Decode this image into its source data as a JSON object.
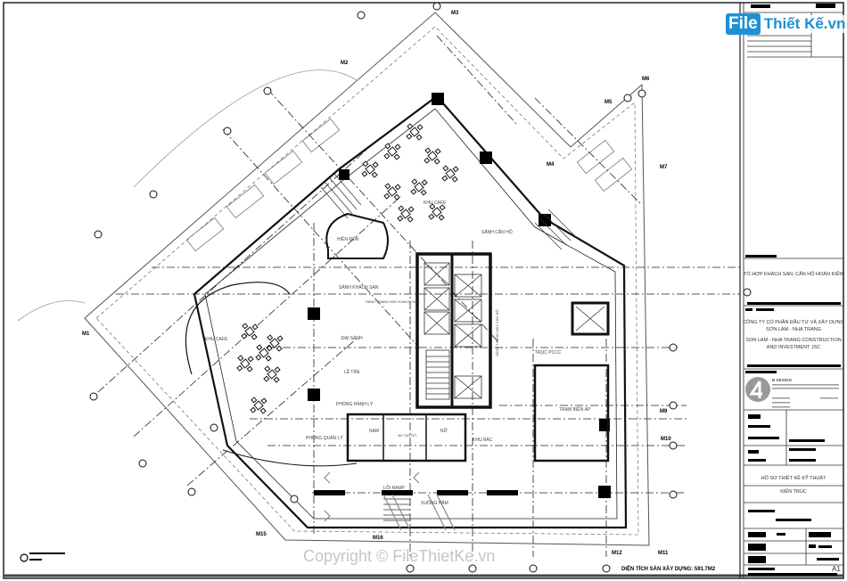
{
  "logo": {
    "text_file": "File",
    "text_rest": "Thiết Kế.vn",
    "color": "#1e90d6"
  },
  "watermark": "Copyright © FileThietKe.vn",
  "plan": {
    "area_note": "DIỆN TÍCH SÀN XÂY DỰNG: 591.7M2",
    "rooms": {
      "hien_don": "HIÊN ĐÓN",
      "khu_cafe_top": "KHU CAFE",
      "khu_cafe_left": "KHU CAFE",
      "sanh_can_ho": "SẢNH CĂN HỘ",
      "sanh_khach_san": "SẢNH KHÁCH SẠN",
      "sanh_thang_may_ks": "SẢNH THANG MÁY KHÁCH SẠN",
      "sanh_thang_may_ch": "SẢNH THANG MÁY CĂN HỘ",
      "dai_sanh": "ĐẠI SẢNH",
      "le_tan": "LỄ TÂN",
      "phong_hanh_ly": "PHÒNG HÀNH LÝ",
      "phong_quan_ly": "PHÒNG QUẢN LÝ",
      "nam": "NAM",
      "wc_tan_tat": "WC TÀN TẬT",
      "nu": "NỮ",
      "khu_rac": "KHU RÁC",
      "tram_bien_ap": "TRẠM BIẾN ÁP",
      "truc_pccc": "TRỤC PCCC",
      "loi_ramp": "LỐI RAMP",
      "xuong_ham": "XUỐNG HẦM"
    },
    "axes": [
      "M1",
      "M2",
      "M3",
      "M4",
      "M5",
      "M6",
      "M7",
      "M9",
      "M10",
      "M11",
      "M12",
      "M15",
      "M16"
    ]
  },
  "title_block": {
    "project": "TỔ HỢP KHÁCH SẠN, CĂN HỘ HOÀN KIẾM",
    "company_vn_1": "CÔNG TY CỔ PHẦN ĐẦU TƯ VÀ XÂY DỰNG",
    "company_vn_2": "SƠN LÂM - NHA TRANG",
    "company_en_1": "SON LAM - NHA TRANG CONSTRUCTION",
    "company_en_2": "AND INVESTMENT JSC",
    "designer": "B DESIGN",
    "stage": "HỒ SƠ THIẾT KẾ KỸ THUẬT",
    "discipline": "KIẾN TRÚC",
    "sheet_size": "A1"
  }
}
